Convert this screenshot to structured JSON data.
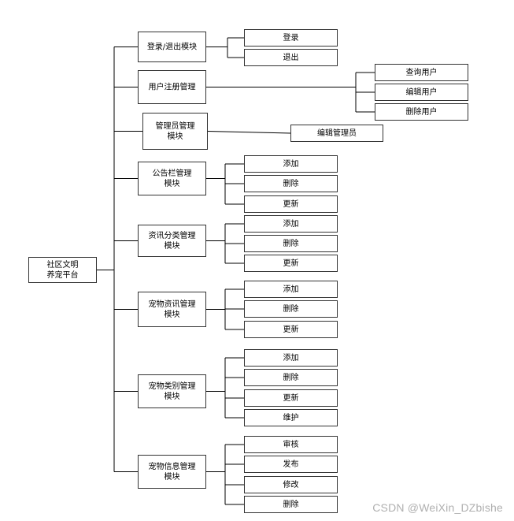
{
  "root": {
    "label": "社区文明养宠平台"
  },
  "modules": [
    {
      "label": "登录/退出模块",
      "children": [
        "登录",
        "退出"
      ]
    },
    {
      "label": "用户注册管理",
      "children": [
        "查询用户",
        "编辑用户",
        "删除用户"
      ]
    },
    {
      "label": "管理员管理模块",
      "children": [
        "编辑管理员"
      ]
    },
    {
      "label": "公告栏管理模块",
      "children": [
        "添加",
        "删除",
        "更新"
      ]
    },
    {
      "label": "资讯分类管理模块",
      "children": [
        "添加",
        "删除",
        "更新"
      ]
    },
    {
      "label": "宠物资讯管理模块",
      "children": [
        "添加",
        "删除",
        "更新"
      ]
    },
    {
      "label": "宠物类别管理模块",
      "children": [
        "添加",
        "删除",
        "更新",
        "维护"
      ]
    },
    {
      "label": "宠物信息管理模块",
      "children": [
        "审核",
        "发布",
        "修改",
        "删除"
      ]
    }
  ],
  "watermark": "CSDN @WeiXin_DZbishe",
  "colors": {
    "line": "#000000",
    "box_border": "#333333",
    "watermark": "#b0b0b0"
  }
}
